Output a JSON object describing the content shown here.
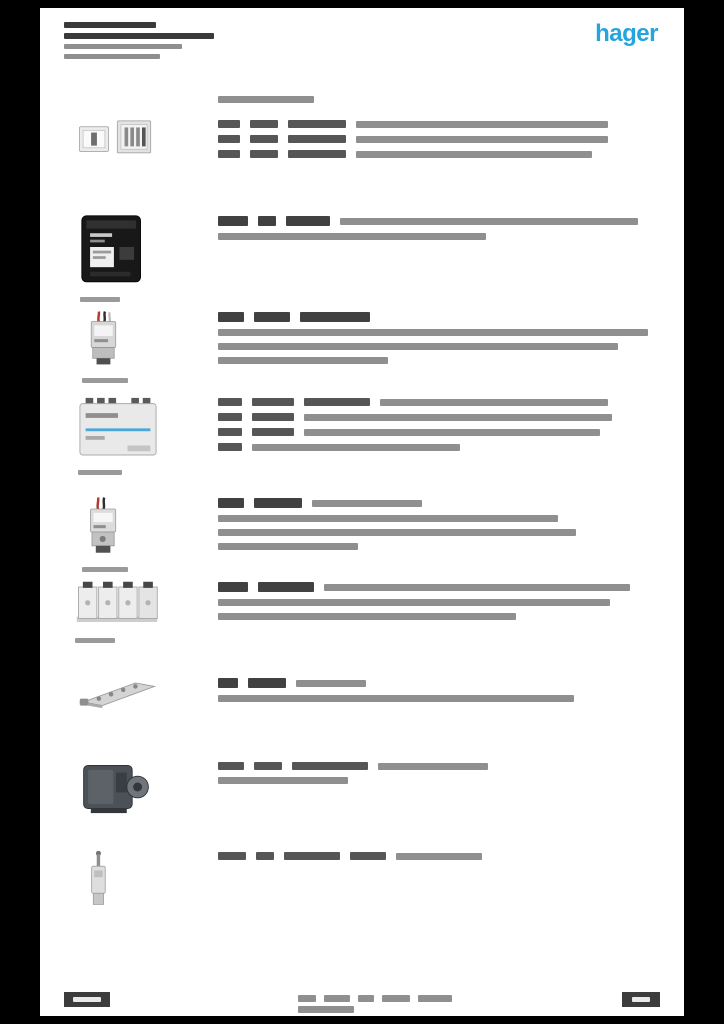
{
  "logo": {
    "text": "hager",
    "color": "#25a5dc"
  },
  "header": {
    "bars": [
      [
        [
          92,
          "hd"
        ]
      ],
      [
        [
          150,
          "hd"
        ]
      ],
      [
        [
          118,
          "hg"
        ]
      ],
      [
        [
          96,
          "hg"
        ]
      ]
    ]
  },
  "section_heading": {
    "bars": [
      [
        [
          96,
          "g"
        ]
      ]
    ]
  },
  "rows": [
    {
      "image": "flush-mounting-boxes",
      "caption_w": 0,
      "lines": [
        [
          [
            22,
            "d"
          ],
          [
            28,
            "d"
          ],
          [
            58,
            "d"
          ],
          [
            252,
            "g"
          ]
        ],
        [
          [
            22,
            "d"
          ],
          [
            28,
            "d"
          ],
          [
            58,
            "d"
          ],
          [
            252,
            "g"
          ]
        ],
        [
          [
            22,
            "d"
          ],
          [
            28,
            "d"
          ],
          [
            58,
            "d"
          ],
          [
            236,
            "g"
          ]
        ]
      ]
    },
    {
      "image": "black-control-module",
      "caption_w": 40,
      "lines": [
        [
          [
            30,
            "t"
          ],
          [
            18,
            "t"
          ],
          [
            44,
            "t"
          ],
          [
            298,
            "g"
          ]
        ],
        [
          [
            268,
            "g"
          ]
        ]
      ]
    },
    {
      "image": "micro-module-with-wires",
      "caption_w": 46,
      "lines": [
        [
          [
            26,
            "t"
          ],
          [
            36,
            "t"
          ],
          [
            70,
            "t"
          ]
        ],
        [
          [
            430,
            "g"
          ]
        ],
        [
          [
            400,
            "g"
          ]
        ],
        [
          [
            170,
            "g"
          ]
        ]
      ]
    },
    {
      "image": "din-rail-power-supply",
      "caption_w": 44,
      "lines": [
        [
          [
            24,
            "d"
          ],
          [
            42,
            "d"
          ],
          [
            66,
            "d"
          ],
          [
            228,
            "g"
          ]
        ],
        [
          [
            24,
            "d"
          ],
          [
            42,
            "d"
          ],
          [
            308,
            "g"
          ]
        ],
        [
          [
            24,
            "d"
          ],
          [
            42,
            "d"
          ],
          [
            296,
            "g"
          ]
        ],
        [
          [
            24,
            "d"
          ],
          [
            208,
            "g"
          ]
        ]
      ]
    },
    {
      "image": "micro-module-with-wires-2",
      "caption_w": 46,
      "lines": [
        [
          [
            26,
            "t"
          ],
          [
            48,
            "t"
          ],
          [
            110,
            "g"
          ]
        ],
        [
          [
            340,
            "g"
          ]
        ],
        [
          [
            358,
            "g"
          ]
        ],
        [
          [
            140,
            "g"
          ]
        ]
      ]
    },
    {
      "image": "din-rail-module-set",
      "caption_w": 40,
      "lines": [
        [
          [
            30,
            "t"
          ],
          [
            56,
            "t"
          ],
          [
            306,
            "g"
          ]
        ],
        [
          [
            392,
            "g"
          ]
        ],
        [
          [
            298,
            "g"
          ]
        ]
      ]
    },
    {
      "image": "metal-busbar",
      "caption_w": 0,
      "lines": [
        [
          [
            20,
            "t"
          ],
          [
            38,
            "t"
          ],
          [
            70,
            "g"
          ]
        ],
        [
          [
            356,
            "g"
          ]
        ]
      ]
    },
    {
      "image": "rotary-drive-unit",
      "caption_w": 0,
      "lines": [
        [
          [
            26,
            "d"
          ],
          [
            28,
            "d"
          ],
          [
            76,
            "d"
          ],
          [
            110,
            "g"
          ]
        ],
        [
          [
            130,
            "g"
          ]
        ]
      ]
    },
    {
      "image": "antenna-module",
      "caption_w": 0,
      "lines": [
        [
          [
            28,
            "d"
          ],
          [
            18,
            "d"
          ],
          [
            56,
            "d"
          ],
          [
            36,
            "d"
          ],
          [
            86,
            "g"
          ]
        ]
      ]
    }
  ],
  "footer": {
    "center_bars": [
      [
        [
          18,
          "g"
        ],
        [
          26,
          "g"
        ],
        [
          16,
          "g"
        ],
        [
          28,
          "g"
        ],
        [
          34,
          "g"
        ]
      ],
      [
        [
          56,
          "g"
        ]
      ]
    ],
    "left_box_bar_w": 28,
    "right_box_bar_w": 18
  },
  "colors": {
    "page_bg": "#ffffff",
    "surround_bg": "#000000",
    "redacted_gray": "#8f8f8f",
    "redacted_dark": "#565656",
    "logo_blue": "#25a5dc"
  }
}
